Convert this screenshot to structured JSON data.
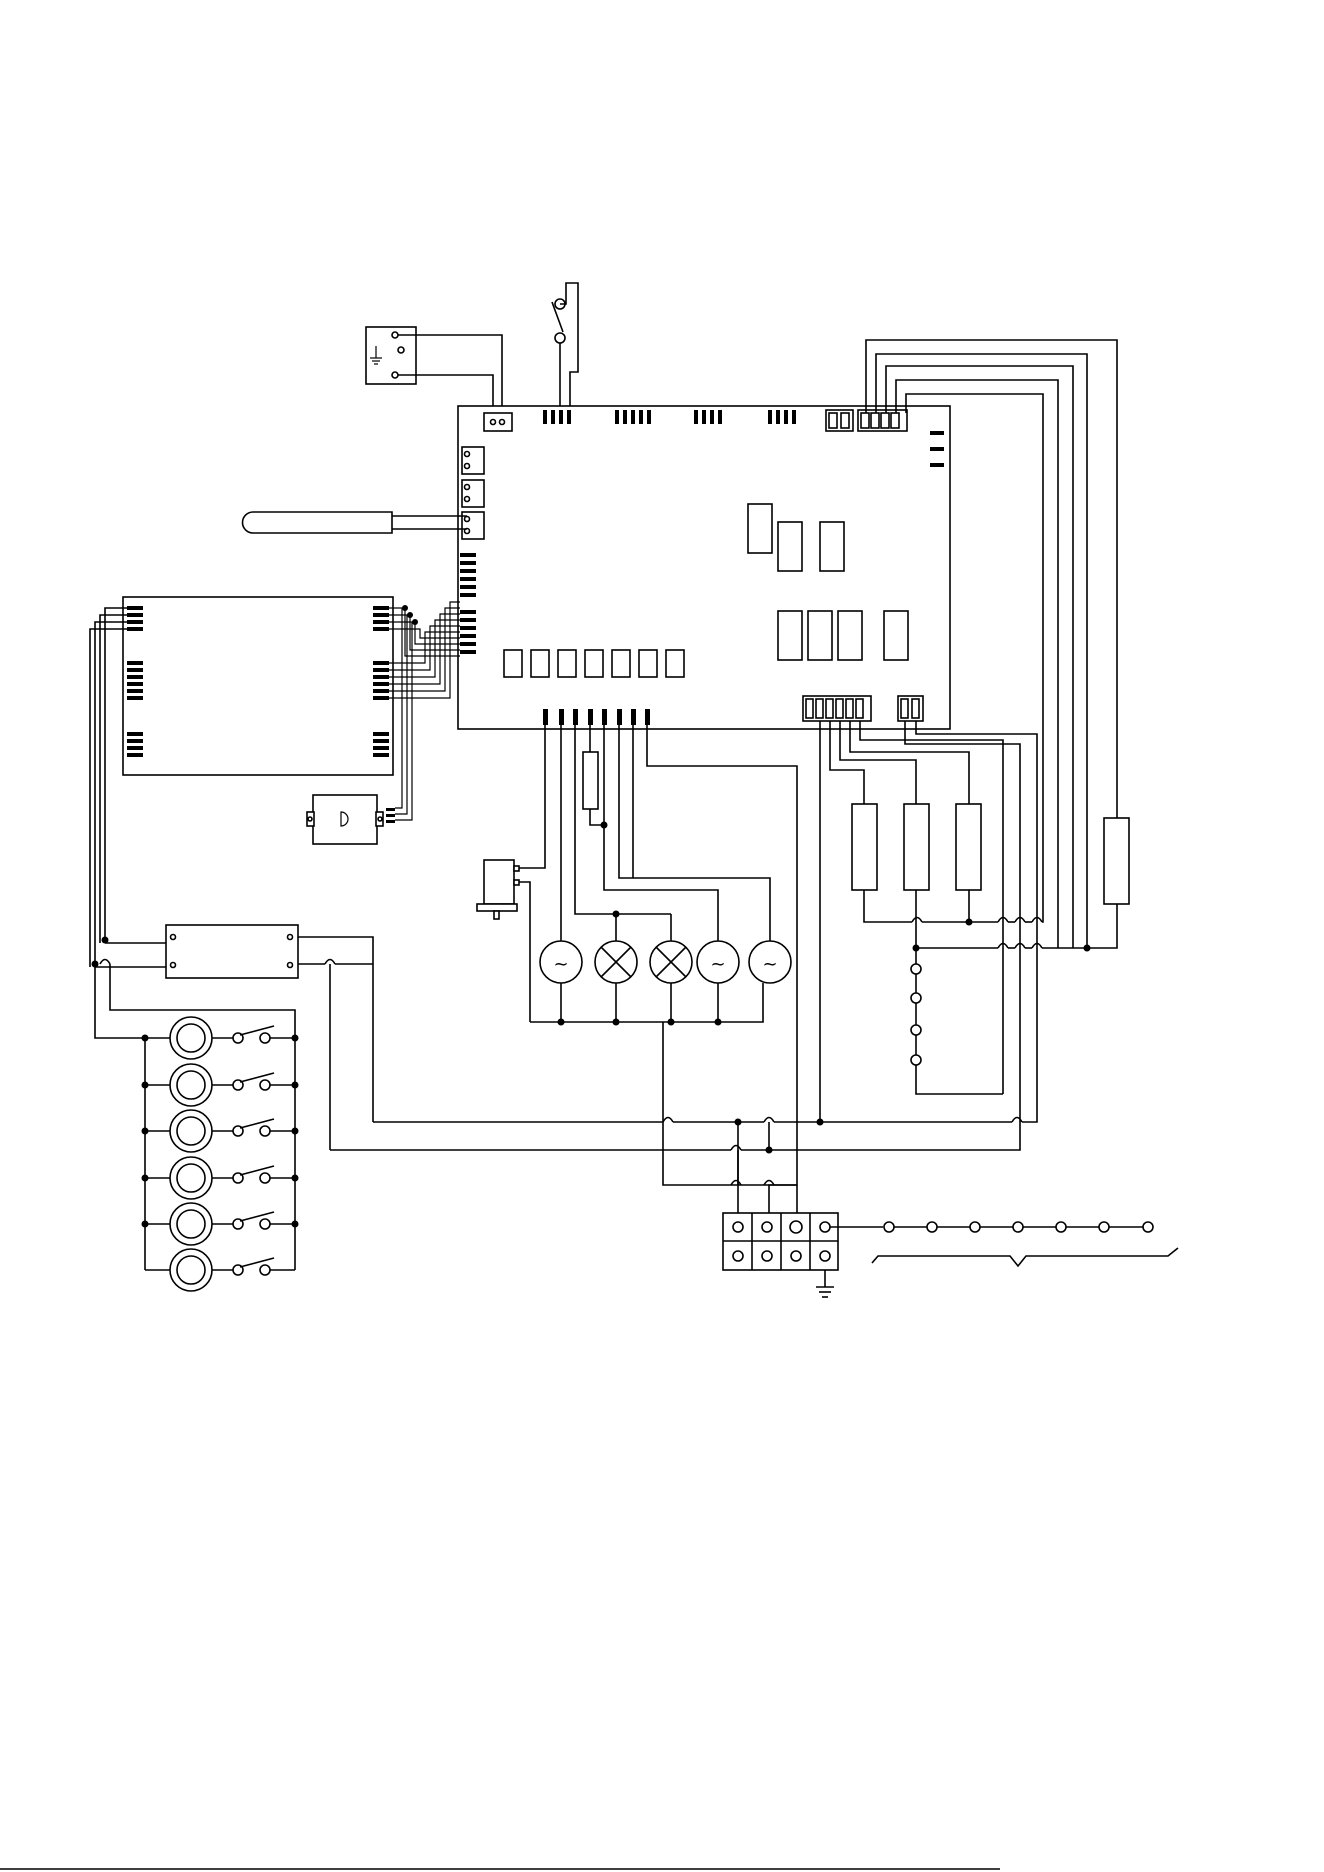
{
  "diagram": {
    "type": "wiring-schematic",
    "line_color": "#000000",
    "background": "#ffffff",
    "components": {
      "control_board_count": 1,
      "display_board_count": 1,
      "heater_elements_right": 3,
      "lamps_crossed": 2,
      "ac_motors": 3,
      "cooking_zones": 6,
      "terminal_block_positions": 8,
      "series_terminals_right": 7
    },
    "symbols": {
      "motor": "~"
    }
  }
}
